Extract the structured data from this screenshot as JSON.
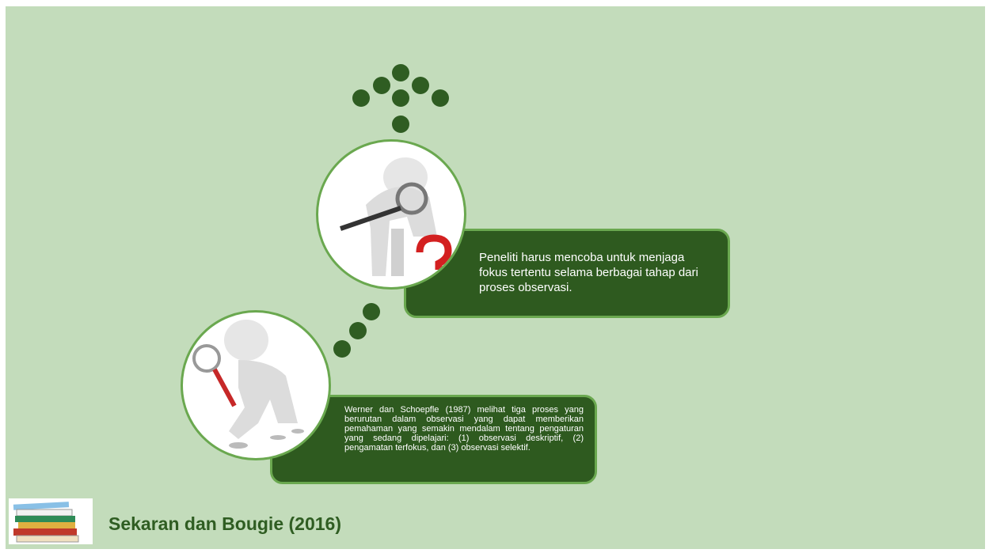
{
  "slide": {
    "background": "#c3dcbb",
    "accent": "#2f5d22",
    "border": "#6aa84f"
  },
  "top_card": {
    "text": "Peneliti harus mencoba untuk menjaga fokus tertentu selama berbagai tahap dari proses observasi."
  },
  "bottom_card": {
    "text": "Werner dan Schoepfle (1987) melihat tiga proses yang berurutan dalam observasi yang dapat memberikan pemahaman yang semakin mendalam tentang pengaturan yang sedang dipelajari: (1) observasi deskriptif, (2) pengamatan terfokus, dan (3) observasi selektif."
  },
  "citation": {
    "text": "Sekaran dan Bougie (2016)"
  },
  "icons": {
    "top_figure": "person-magnifier-question-icon",
    "bottom_figure": "person-walking-magnifier-icon",
    "books": "stack-of-books-icon"
  }
}
